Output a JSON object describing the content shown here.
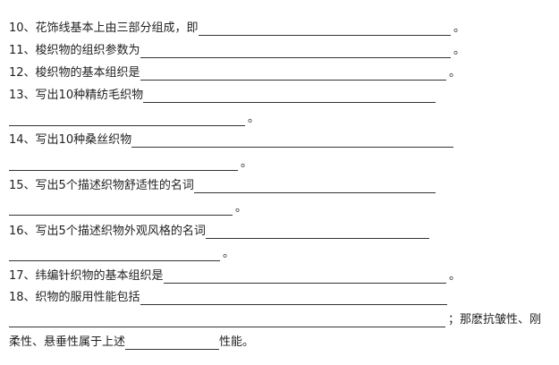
{
  "questions": {
    "q10": {
      "text": "10、花饰线基本上由三部分组成，即",
      "end": "。"
    },
    "q11": {
      "text": "11、梭织物的组织参数为",
      "end": "。"
    },
    "q12": {
      "text": "12、梭织物的基本组织是",
      "end": "。"
    },
    "q13": {
      "text": "13、写出10种精纺毛织物",
      "end": "。"
    },
    "q14": {
      "text": "14、写出10种桑丝织物",
      "end": "。"
    },
    "q15": {
      "text": "15、写出5个描述织物舒适性的名词",
      "end": "。"
    },
    "q16": {
      "text": "16、写出5个描述织物外观风格的名词",
      "end": "。"
    },
    "q17": {
      "text": "17、纬编针织物的基本组织是",
      "end": "。"
    },
    "q18": {
      "text": "18、织物的服用性能包括",
      "mid": "；那麽抗皱性、刚",
      "line3_text": "柔性、悬垂性属于上述",
      "end": "性能。"
    }
  }
}
